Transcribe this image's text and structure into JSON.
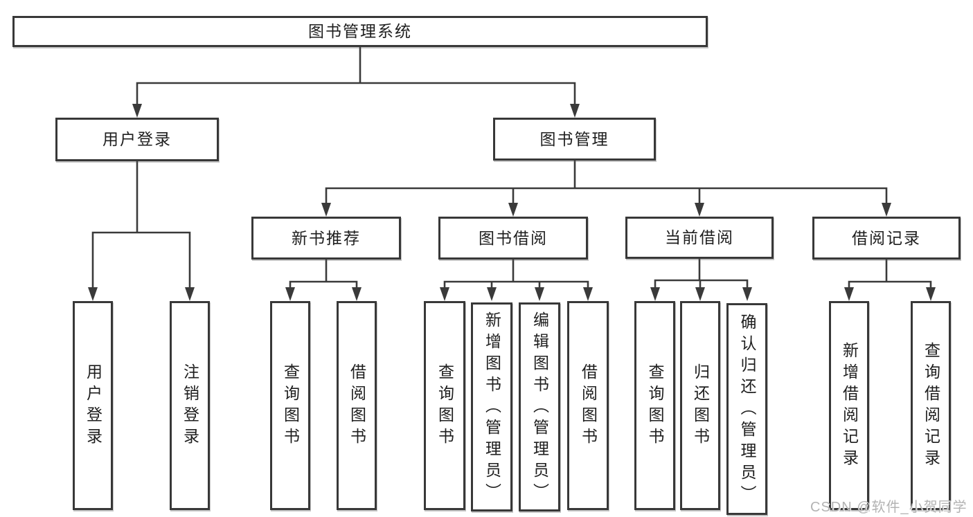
{
  "diagram": {
    "root": "图书管理系统",
    "branches": {
      "user_login": {
        "label": "用户登录",
        "children": [
          "用户登录",
          "注销登录"
        ]
      },
      "book_management": {
        "label": "图书管理",
        "sections": [
          {
            "label": "新书推荐",
            "children": [
              "查询图书",
              "借阅图书"
            ]
          },
          {
            "label": "图书借阅",
            "children": [
              "查询图书",
              "新增图书（管理员）",
              "编辑图书（管理员）",
              "借阅图书"
            ]
          },
          {
            "label": "当前借阅",
            "children": [
              "查询图书",
              "归还图书",
              "确认归还（管理员）"
            ]
          },
          {
            "label": "借阅记录",
            "children": [
              "新增借阅记录",
              "查询借阅记录"
            ]
          }
        ]
      }
    }
  },
  "watermark": "CSDN @软件_小贺同学",
  "colors": {
    "line": "#3a3a3a",
    "border": "#383838",
    "text": "#1e1e1e",
    "watermark": "#b3b3b3",
    "background": "#ffffff"
  }
}
